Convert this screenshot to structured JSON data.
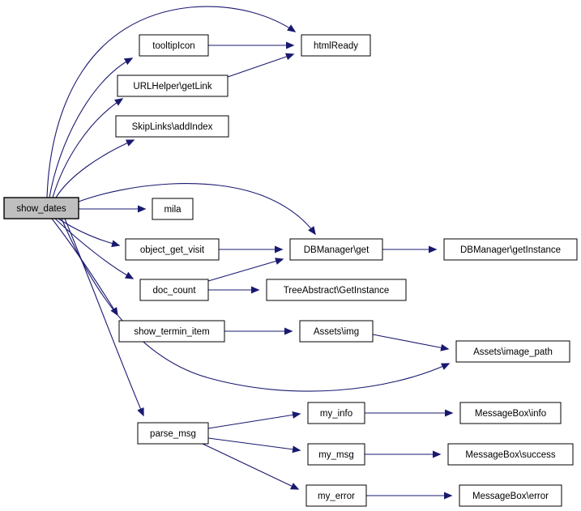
{
  "diagram": {
    "kind": "call-graph",
    "root": "show_dates",
    "edge_color": "#191970",
    "node_fill": "#ffffff",
    "root_fill": "#bfbfbf",
    "border_color": "#000000",
    "text_color": "#000000"
  },
  "nodes": {
    "show_dates": {
      "label": "show_dates"
    },
    "tooltipicon": {
      "label": "tooltipIcon"
    },
    "htmlready": {
      "label": "htmlReady"
    },
    "urlhelper_getlink": {
      "label": "URLHelper\\getLink"
    },
    "skiplinks_addindex": {
      "label": "SkipLinks\\addIndex"
    },
    "mila": {
      "label": "mila"
    },
    "object_get_visit": {
      "label": "object_get_visit"
    },
    "dbmanager_get": {
      "label": "DBManager\\get"
    },
    "dbmanager_getinstance": {
      "label": "DBManager\\getInstance"
    },
    "doc_count": {
      "label": "doc_count"
    },
    "treeabstract_getinstance": {
      "label": "TreeAbstract\\GetInstance"
    },
    "show_termin_item": {
      "label": "show_termin_item"
    },
    "assets_img": {
      "label": "Assets\\img"
    },
    "assets_image_path": {
      "label": "Assets\\image_path"
    },
    "parse_msg": {
      "label": "parse_msg"
    },
    "my_info": {
      "label": "my_info"
    },
    "messagebox_info": {
      "label": "MessageBox\\info"
    },
    "my_msg": {
      "label": "my_msg"
    },
    "messagebox_success": {
      "label": "MessageBox\\success"
    },
    "my_error": {
      "label": "my_error"
    },
    "messagebox_error": {
      "label": "MessageBox\\error"
    }
  },
  "edges": [
    {
      "from": "show_dates",
      "to": "htmlReady"
    },
    {
      "from": "show_dates",
      "to": "tooltipIcon"
    },
    {
      "from": "show_dates",
      "to": "URLHelper\\getLink"
    },
    {
      "from": "show_dates",
      "to": "SkipLinks\\addIndex"
    },
    {
      "from": "show_dates",
      "to": "mila"
    },
    {
      "from": "show_dates",
      "to": "DBManager\\get"
    },
    {
      "from": "show_dates",
      "to": "object_get_visit"
    },
    {
      "from": "show_dates",
      "to": "doc_count"
    },
    {
      "from": "show_dates",
      "to": "show_termin_item"
    },
    {
      "from": "show_dates",
      "to": "Assets\\image_path"
    },
    {
      "from": "show_dates",
      "to": "parse_msg"
    },
    {
      "from": "tooltipIcon",
      "to": "htmlReady"
    },
    {
      "from": "URLHelper\\getLink",
      "to": "htmlReady"
    },
    {
      "from": "object_get_visit",
      "to": "DBManager\\get"
    },
    {
      "from": "doc_count",
      "to": "DBManager\\get"
    },
    {
      "from": "doc_count",
      "to": "TreeAbstract\\GetInstance"
    },
    {
      "from": "DBManager\\get",
      "to": "DBManager\\getInstance"
    },
    {
      "from": "show_termin_item",
      "to": "Assets\\img"
    },
    {
      "from": "Assets\\img",
      "to": "Assets\\image_path"
    },
    {
      "from": "parse_msg",
      "to": "my_info"
    },
    {
      "from": "parse_msg",
      "to": "my_msg"
    },
    {
      "from": "parse_msg",
      "to": "my_error"
    },
    {
      "from": "my_info",
      "to": "MessageBox\\info"
    },
    {
      "from": "my_msg",
      "to": "MessageBox\\success"
    },
    {
      "from": "my_error",
      "to": "MessageBox\\error"
    }
  ]
}
